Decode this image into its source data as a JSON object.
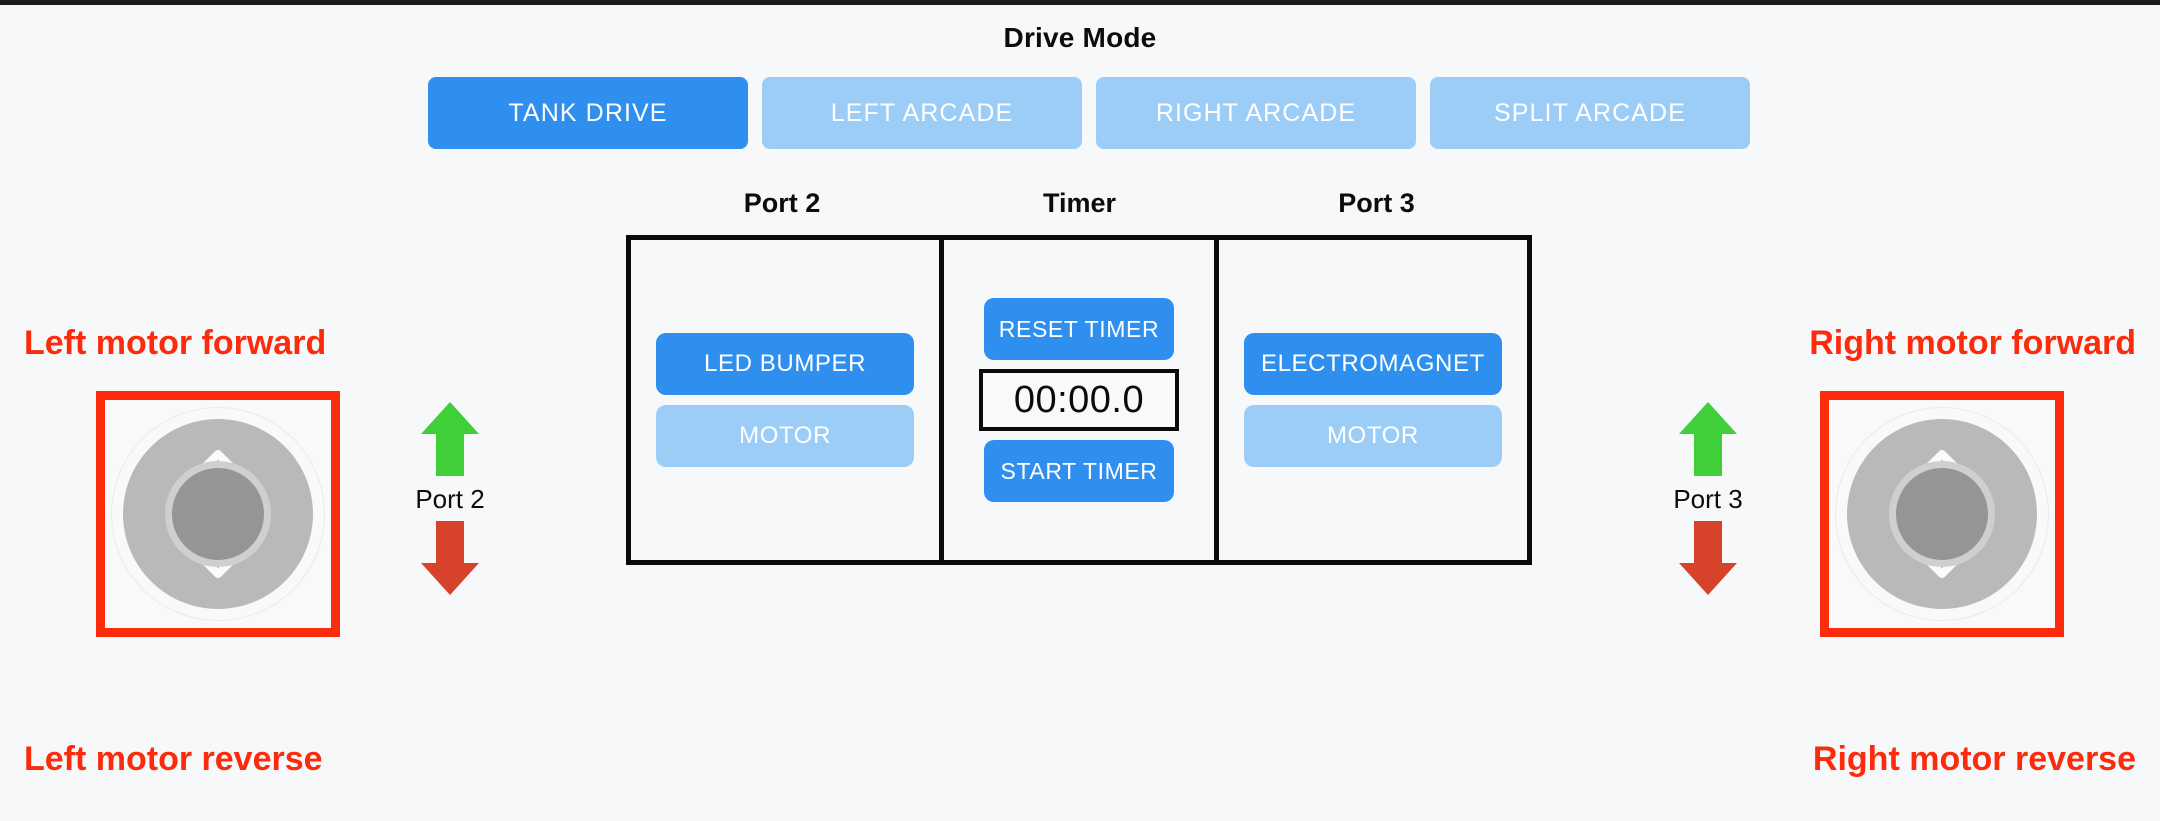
{
  "drive_mode": {
    "title": "Drive Mode",
    "options": [
      {
        "label": "TANK DRIVE",
        "selected": true
      },
      {
        "label": "LEFT ARCADE",
        "selected": false
      },
      {
        "label": "RIGHT ARCADE",
        "selected": false
      },
      {
        "label": "SPLIT ARCADE",
        "selected": false
      }
    ]
  },
  "center_panel": {
    "headers": [
      "Port 2",
      "Timer",
      "Port 3"
    ],
    "port2": {
      "header": "Port 2",
      "primary_button": "LED BUMPER",
      "secondary_button": "MOTOR"
    },
    "timer": {
      "header": "Timer",
      "reset_button": "RESET TIMER",
      "display": "00:00.0",
      "start_button": "START TIMER"
    },
    "port3": {
      "header": "Port 3",
      "primary_button": "ELECTROMAGNET",
      "secondary_button": "MOTOR"
    }
  },
  "left_control": {
    "annotation_top": "Left motor forward",
    "annotation_bottom": "Left motor reverse",
    "port_label": "Port 2",
    "up_icon": "chevron-up-icon",
    "down_icon": "chevron-down-icon",
    "forward_arrow_icon": "arrow-up-icon",
    "reverse_arrow_icon": "arrow-down-icon"
  },
  "right_control": {
    "annotation_top": "Right motor forward",
    "annotation_bottom": "Right motor reverse",
    "port_label": "Port 3",
    "up_icon": "chevron-up-icon",
    "down_icon": "chevron-down-icon",
    "forward_arrow_icon": "arrow-up-icon",
    "reverse_arrow_icon": "arrow-down-icon"
  },
  "colors": {
    "background": "#f6f8fa",
    "accent_blue": "#2f8fee",
    "muted_blue": "#9bcdf7",
    "annotation_red": "#fb2b0c",
    "arrow_green": "#3fcf38",
    "arrow_red": "#d6432a",
    "panel_border": "#0a0a0a",
    "joystick_base": "#b9b9b9",
    "joystick_knob": "#959595"
  }
}
